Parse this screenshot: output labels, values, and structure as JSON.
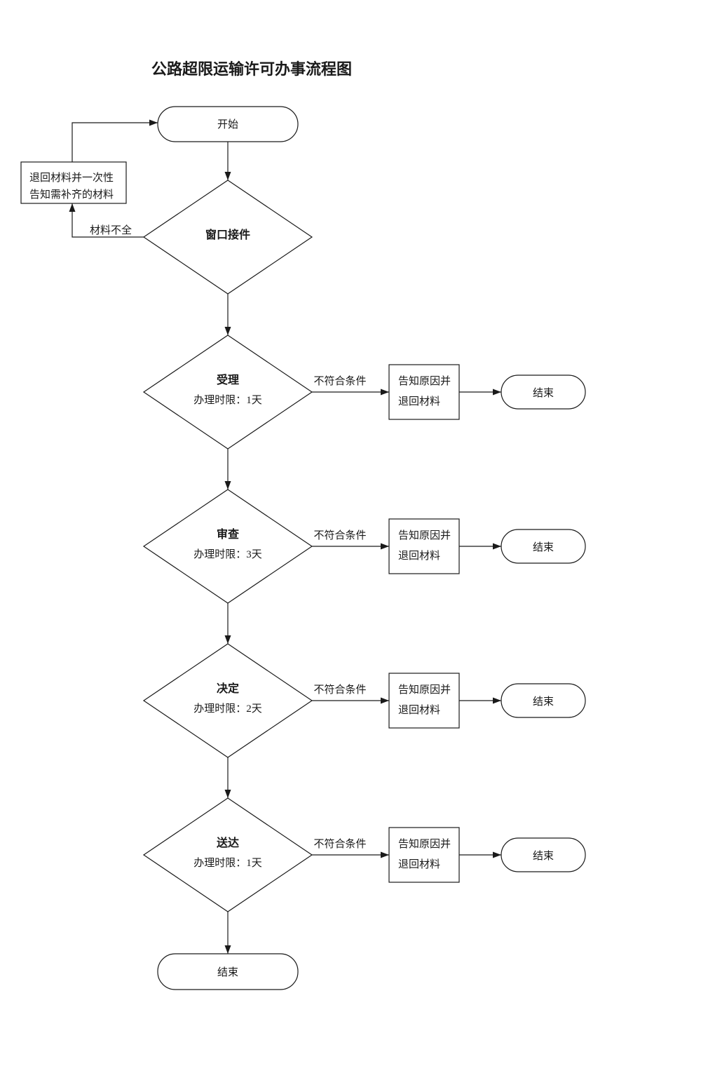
{
  "title": "公路超限运输许可办事流程图",
  "colors": {
    "background": "#ffffff",
    "line": "#1a1a1a",
    "text": "#1a1a1a"
  },
  "nodes": {
    "start": {
      "label": "开始"
    },
    "return_materials_box": {
      "line1": "退回材料并一次性",
      "line2": "告知需补齐的材料"
    },
    "window_decision": {
      "label": "窗口接件"
    },
    "steps": [
      {
        "name": "受理",
        "limit": "办理时限：1天"
      },
      {
        "name": "审查",
        "limit": "办理时限：3天"
      },
      {
        "name": "决定",
        "limit": "办理时限：2天"
      },
      {
        "name": "送达",
        "limit": "办理时限：1天"
      }
    ],
    "notify_box": {
      "line1": "告知原因并",
      "line2": "退回材料"
    },
    "end": {
      "label": "结束"
    }
  },
  "edge_labels": {
    "materials_incomplete": "材料不全",
    "not_qualified": "不符合条件"
  }
}
